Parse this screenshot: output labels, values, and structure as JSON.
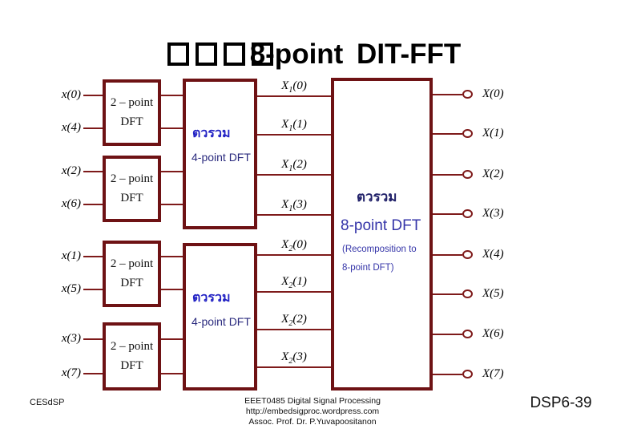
{
  "title": {
    "missing_glyph_box_count": 4,
    "text": "8-point DIT-FFT"
  },
  "diagram": {
    "input_labels": [
      "x(0)",
      "x(4)",
      "x(2)",
      "x(6)",
      "x(1)",
      "x(5)",
      "x(3)",
      "x(7)"
    ],
    "dft2_line1": "2 – point",
    "dft2_line2": "DFT",
    "combiner_boxes": [
      {
        "thai": "ตวรวม",
        "label": "4-point DFT"
      },
      {
        "thai": "ตวรวม",
        "label": "4-point DFT"
      }
    ],
    "stage_labels": [
      {
        "base": "X",
        "sub": "1",
        "idx": "(0)"
      },
      {
        "base": "X",
        "sub": "1",
        "idx": "(1)"
      },
      {
        "base": "X",
        "sub": "1",
        "idx": "(2)"
      },
      {
        "base": "X",
        "sub": "1",
        "idx": "(3)"
      },
      {
        "base": "X",
        "sub": "2",
        "idx": "(0)"
      },
      {
        "base": "X",
        "sub": "2",
        "idx": "(1)"
      },
      {
        "base": "X",
        "sub": "2",
        "idx": "(2)"
      },
      {
        "base": "X",
        "sub": "2",
        "idx": "(3)"
      }
    ],
    "big_box": {
      "thai": "ตวรวม",
      "title": "8-point DFT",
      "note_line1": "(Recomposition to",
      "note_line2": "8-point DFT)"
    },
    "output_labels": [
      "X(0)",
      "X(1)",
      "X(2)",
      "X(3)",
      "X(4)",
      "X(5)",
      "X(6)",
      "X(7)"
    ]
  },
  "footer": {
    "left": "CESdSP",
    "center_lines": [
      "EEET0485 Digital Signal Processing",
      "http://embedsigproc.wordpress.com",
      "Assoc. Prof. Dr. P.Yuvapoositanon"
    ],
    "right": "DSP6-39"
  },
  "colors": {
    "box_border": "#6E1214",
    "wire": "#7E1A1A",
    "thai_blue": "#2323C4",
    "combiner_label_navy": "#2A2A7E",
    "big_box_text_blue": "#3434A8",
    "text_black": "#000000"
  }
}
